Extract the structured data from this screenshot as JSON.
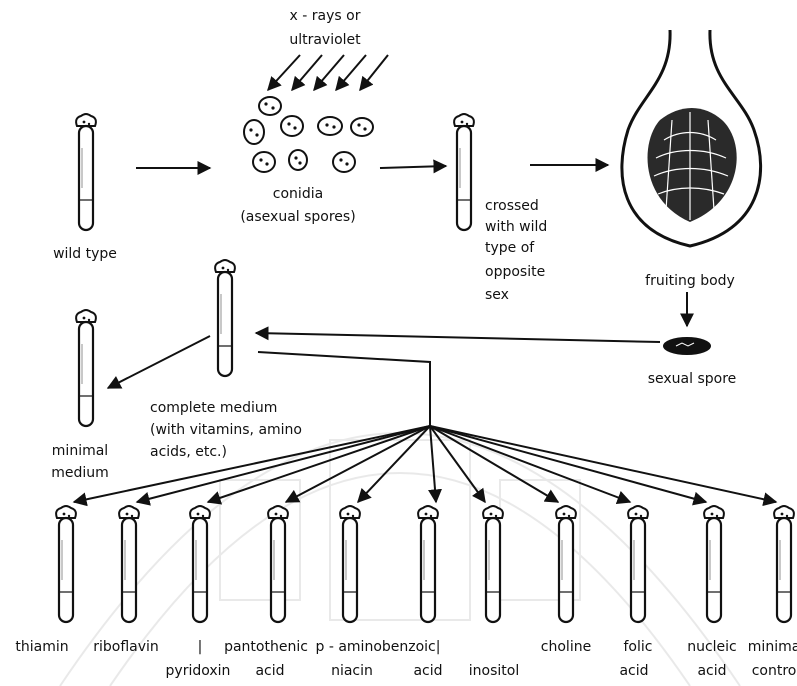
{
  "diagram": {
    "xray_label_1": "x - rays or",
    "xray_label_2": "ultraviolet",
    "conidia_label": "conidia",
    "conidia_sub": "(asexual spores)",
    "wild_type": "wild type",
    "crossed_1": "crossed",
    "crossed_2": "with wild",
    "crossed_3": "type of",
    "crossed_4": "opposite",
    "crossed_5": "sex",
    "fruiting_body": "fruiting body",
    "sexual_spore": "sexual spore",
    "complete_1": "complete medium",
    "complete_2": "(with vitamins, amino",
    "complete_3": "acids, etc.)",
    "minimal_1": "minimal",
    "minimal_2": "medium",
    "tubes": [
      {
        "line1": "thiamin",
        "line2": ""
      },
      {
        "line1": "riboflavin",
        "line2": ""
      },
      {
        "line1": "|",
        "line2": "pyridoxin"
      },
      {
        "line1": "pantothenic",
        "line2": "acid"
      },
      {
        "line1": "p - aminobenzoic|",
        "line2": "niacin"
      },
      {
        "line1": "",
        "line2": "acid"
      },
      {
        "line1": "",
        "line2": "inositol"
      },
      {
        "line1": "choline",
        "line2": ""
      },
      {
        "line1": "folic",
        "line2": "acid"
      },
      {
        "line1": "nucleic",
        "line2": "acid"
      },
      {
        "line1": "minimal",
        "line2": "control"
      }
    ]
  }
}
